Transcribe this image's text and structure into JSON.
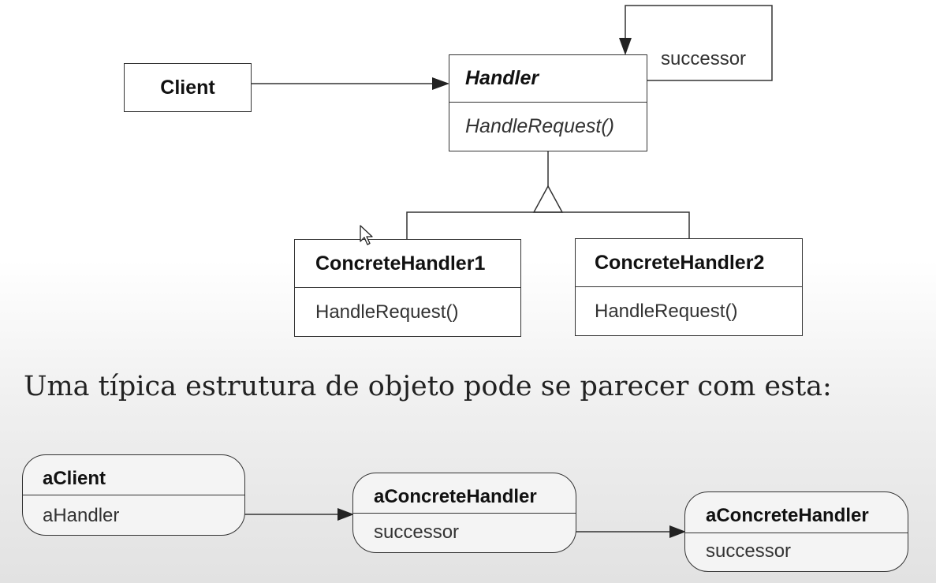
{
  "classes": {
    "client": {
      "name": "Client"
    },
    "handler": {
      "name": "Handler",
      "operation": "HandleRequest()",
      "self_link_label": "successor"
    },
    "concrete1": {
      "name": "ConcreteHandler1",
      "operation": "HandleRequest()"
    },
    "concrete2": {
      "name": "ConcreteHandler2",
      "operation": "HandleRequest()"
    }
  },
  "caption": "Uma típica estrutura de objeto pode se parecer com esta:",
  "objects": {
    "a_client": {
      "name": "aClient",
      "field": "aHandler"
    },
    "handler_a": {
      "name": "aConcreteHandler",
      "field": "successor"
    },
    "handler_b": {
      "name": "aConcreteHandler",
      "field": "successor"
    }
  }
}
